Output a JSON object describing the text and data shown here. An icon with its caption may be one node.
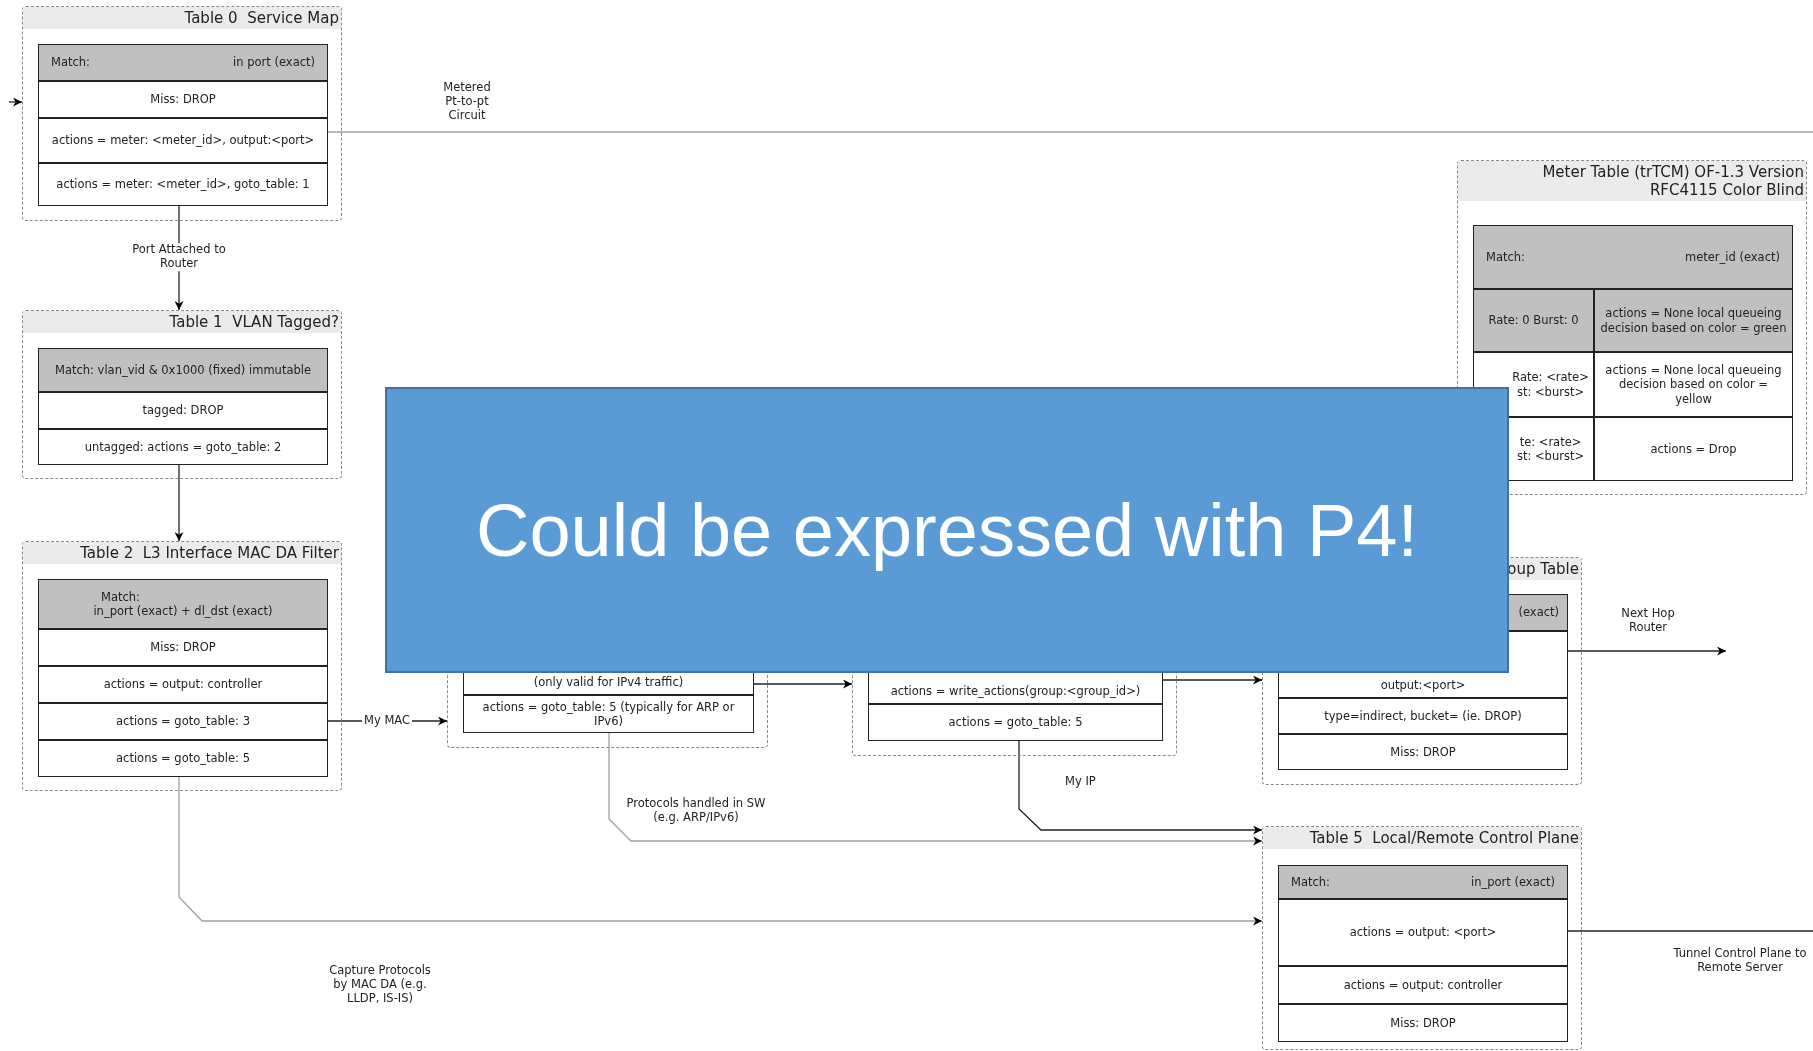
{
  "diagram": {
    "nodes": [
      {
        "text": [
          "Table 0  Service Map"
        ]
      },
      {
        "text": [
          "Match:",
          "in port (exact)"
        ],
        "in": 0
      },
      {
        "text": [
          "Miss: DROP"
        ],
        "in": 0
      },
      {
        "text": [
          "actions = meter: <meter_id>, output:<port>"
        ],
        "in": 0
      },
      {
        "text": [
          "actions = meter: <meter_id>, goto_table: 1"
        ],
        "in": 0
      },
      {
        "text": [
          "Table 1  VLAN Tagged?"
        ]
      },
      {
        "text": [
          "Match: vlan_vid & 0x1000 (fixed) immutable"
        ],
        "in": 5
      },
      {
        "text": [
          "tagged: DROP"
        ],
        "in": 5
      },
      {
        "text": [
          "untagged: actions = goto_table: 2"
        ],
        "in": 5
      },
      {
        "text": [
          "Table 2  L3 Interface MAC DA Filter"
        ]
      },
      {
        "text": [
          "Match:",
          "in_port (exact) + dl_dst (exact)"
        ],
        "in": 9
      },
      {
        "text": [
          "Miss: DROP"
        ],
        "in": 9
      },
      {
        "text": [
          "actions = output: controller"
        ],
        "in": 9
      },
      {
        "text": [
          "actions = goto_table: 3"
        ],
        "in": 9
      },
      {
        "text": [
          "actions = goto_table: 5"
        ],
        "in": 9
      },
      {
        "text": [
          "Meter Table (trTCM) OF-1.3 Version RFC4115 Color Blind"
        ]
      },
      {
        "text": [
          "Match:",
          "meter_id (exact)"
        ],
        "in": 15
      },
      {
        "text": [
          "Rate: 0 Burst: 0"
        ],
        "in": 15
      },
      {
        "text": [
          "actions = None local queueing decision based on color = green"
        ],
        "in": 15
      },
      {
        "text": [
          "Rate: <rate> st: <burst>"
        ],
        "in": 15
      },
      {
        "text": [
          "actions = None local queueing decision based on color = yellow"
        ],
        "in": 15
      },
      {
        "text": [
          "te: <rate> st: <burst>"
        ],
        "in": 15
      },
      {
        "text": [
          "actions = Drop"
        ],
        "in": 15
      },
      {
        "text": [],
        "shape": "box"
      },
      {
        "text": [
          "(only valid for IPv4 traffic)"
        ],
        "in": 23
      },
      {
        "text": [
          "actions = goto_table: 5 (typically for ARP or IPv6)"
        ],
        "in": 23
      },
      {
        "text": [],
        "shape": "box"
      },
      {
        "text": [
          "actions = write_actions(group:<group_id>)"
        ],
        "in": 26
      },
      {
        "text": [
          "actions = goto_table: 5"
        ],
        "in": 26
      },
      {
        "text": [
          "oup Table"
        ]
      },
      {
        "text": [
          "(exact)"
        ],
        "in": 29
      },
      {
        "text": [
          "output:<port>"
        ],
        "in": 29
      },
      {
        "text": [
          "type=indirect, bucket= (ie. DROP)"
        ],
        "in": 29
      },
      {
        "text": [
          "Miss: DROP"
        ],
        "in": 29
      },
      {
        "text": [
          "Table 5  Local/Remote Control Plane"
        ]
      },
      {
        "text": [
          "Match:",
          "in_port (exact)"
        ],
        "in": 34
      },
      {
        "text": [
          "actions = output: <port>"
        ],
        "in": 34
      },
      {
        "text": [
          "actions = output: controller"
        ],
        "in": 34
      },
      {
        "text": [
          "Miss: DROP"
        ],
        "in": 34
      },
      {
        "text": [
          "Could be expressed with P4!"
        ]
      }
    ],
    "edges": [
      {
        "from": null,
        "to": 0,
        "arrow": "to"
      },
      {
        "from": 4,
        "to": 5,
        "arrow": "to",
        "label": "Port Attached to Router"
      },
      {
        "from": 3,
        "to": null,
        "arrow": "none",
        "label": "Metered Pt-to-pt Circuit",
        "color": "#a0a0a0"
      },
      {
        "from": 8,
        "to": 9,
        "arrow": "to"
      },
      {
        "from": 13,
        "to": 23,
        "arrow": "to",
        "label": "My MAC"
      },
      {
        "from": 14,
        "to": 34,
        "arrow": "to",
        "label": "Capture Protocols by MAC DA (e.g. LLDP, IS-IS)",
        "color": "#a0a0a0"
      },
      {
        "from": 25,
        "to": 34,
        "arrow": "to",
        "label": "Protocols handled in SW (e.g. ARP/IPv6)",
        "color": "#a0a0a0"
      },
      {
        "from": 24,
        "to": 26,
        "arrow": "to"
      },
      {
        "from": 27,
        "to": 29,
        "arrow": "to"
      },
      {
        "from": 28,
        "to": 34,
        "arrow": "to",
        "label": "My IP"
      },
      {
        "from": 31,
        "to": null,
        "arrow": "to",
        "label": "Next Hop Router"
      },
      {
        "from": 36,
        "to": null,
        "arrow": "none",
        "label": "Tunnel Control Plane to Remote Server"
      }
    ]
  }
}
